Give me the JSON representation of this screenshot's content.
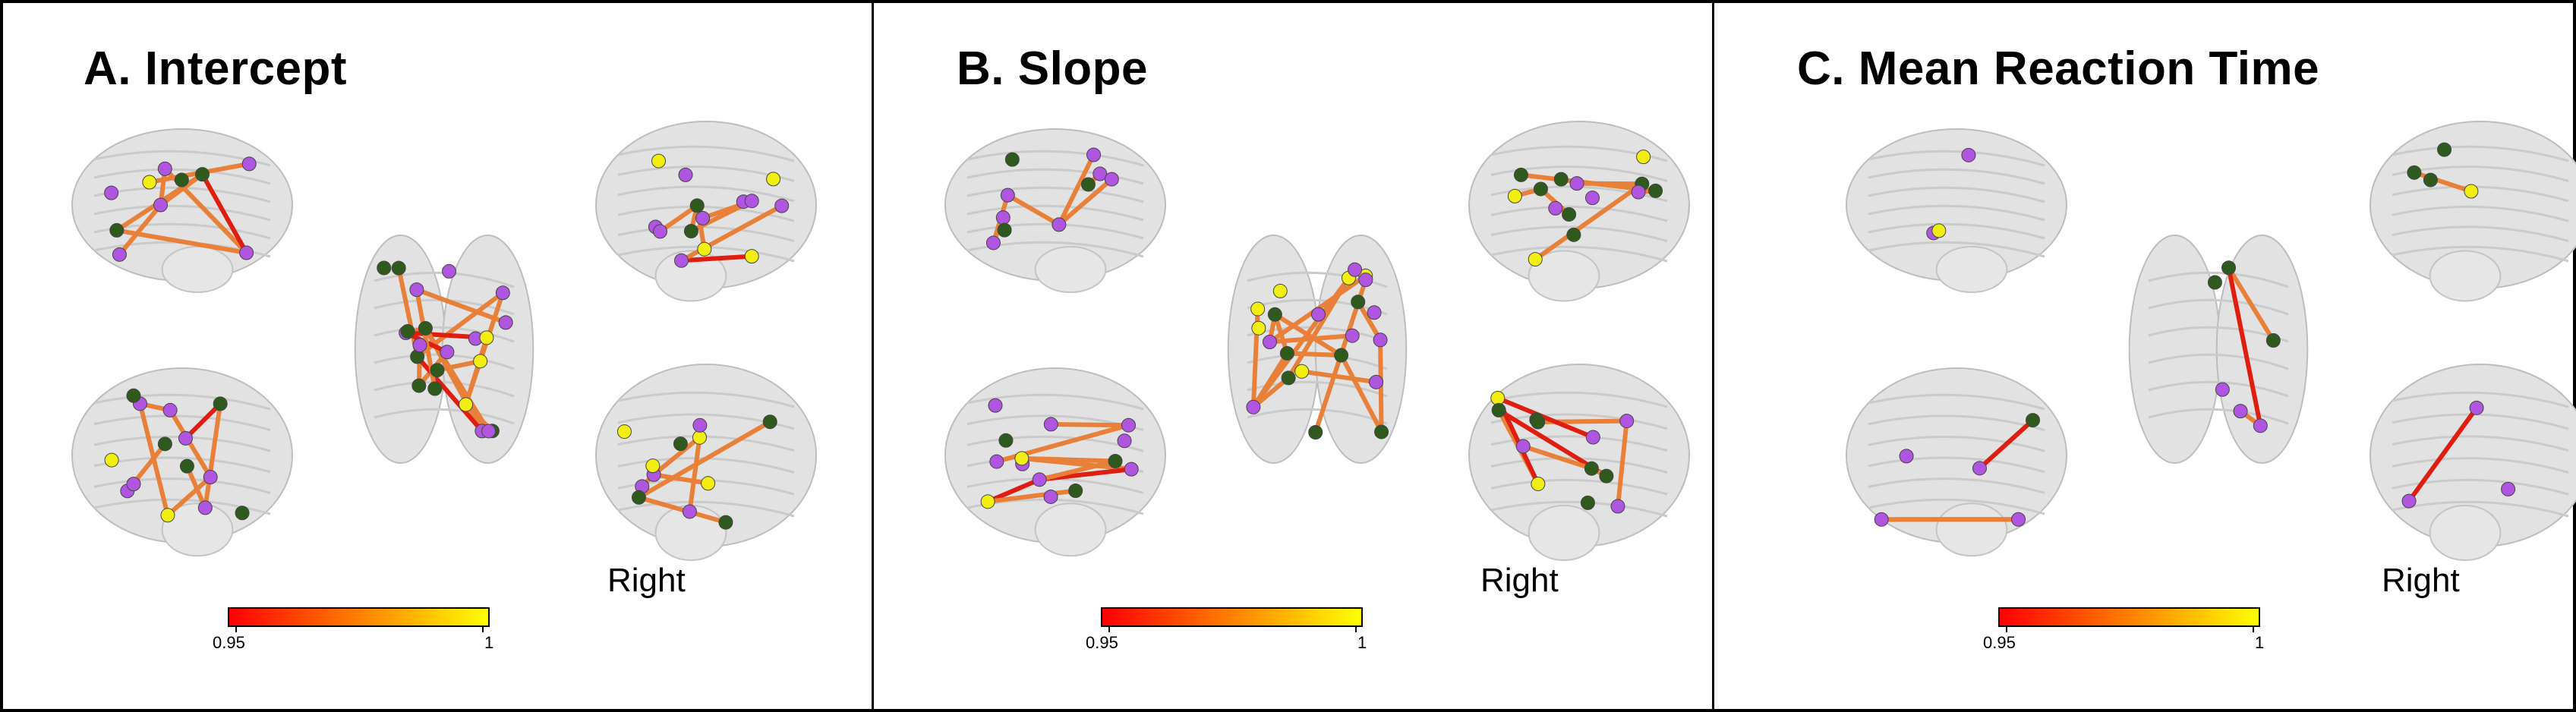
{
  "panels": [
    {
      "title": "A. Intercept",
      "right_label": "Right",
      "colorbar": {
        "min": "0.95",
        "max": "1",
        "from": "#ff0000",
        "to": "#ffff00"
      }
    },
    {
      "title": "B. Slope",
      "right_label": "Right",
      "colorbar": {
        "min": "0.95",
        "max": "1",
        "from": "#ff0000",
        "to": "#ffff00"
      }
    },
    {
      "title": "C. Mean Reaction Time",
      "right_label": "Right",
      "colorbar": {
        "min": "0.95",
        "max": "1",
        "from": "#ff0000",
        "to": "#ffff00"
      }
    }
  ],
  "colors": {
    "node_purple": "#b055e0",
    "node_green": "#2f5a1e",
    "node_yellow": "#f2ee10",
    "edge": "#e8803a",
    "edge_strong": "#e01e10",
    "brain": "#d9d9d9"
  }
}
